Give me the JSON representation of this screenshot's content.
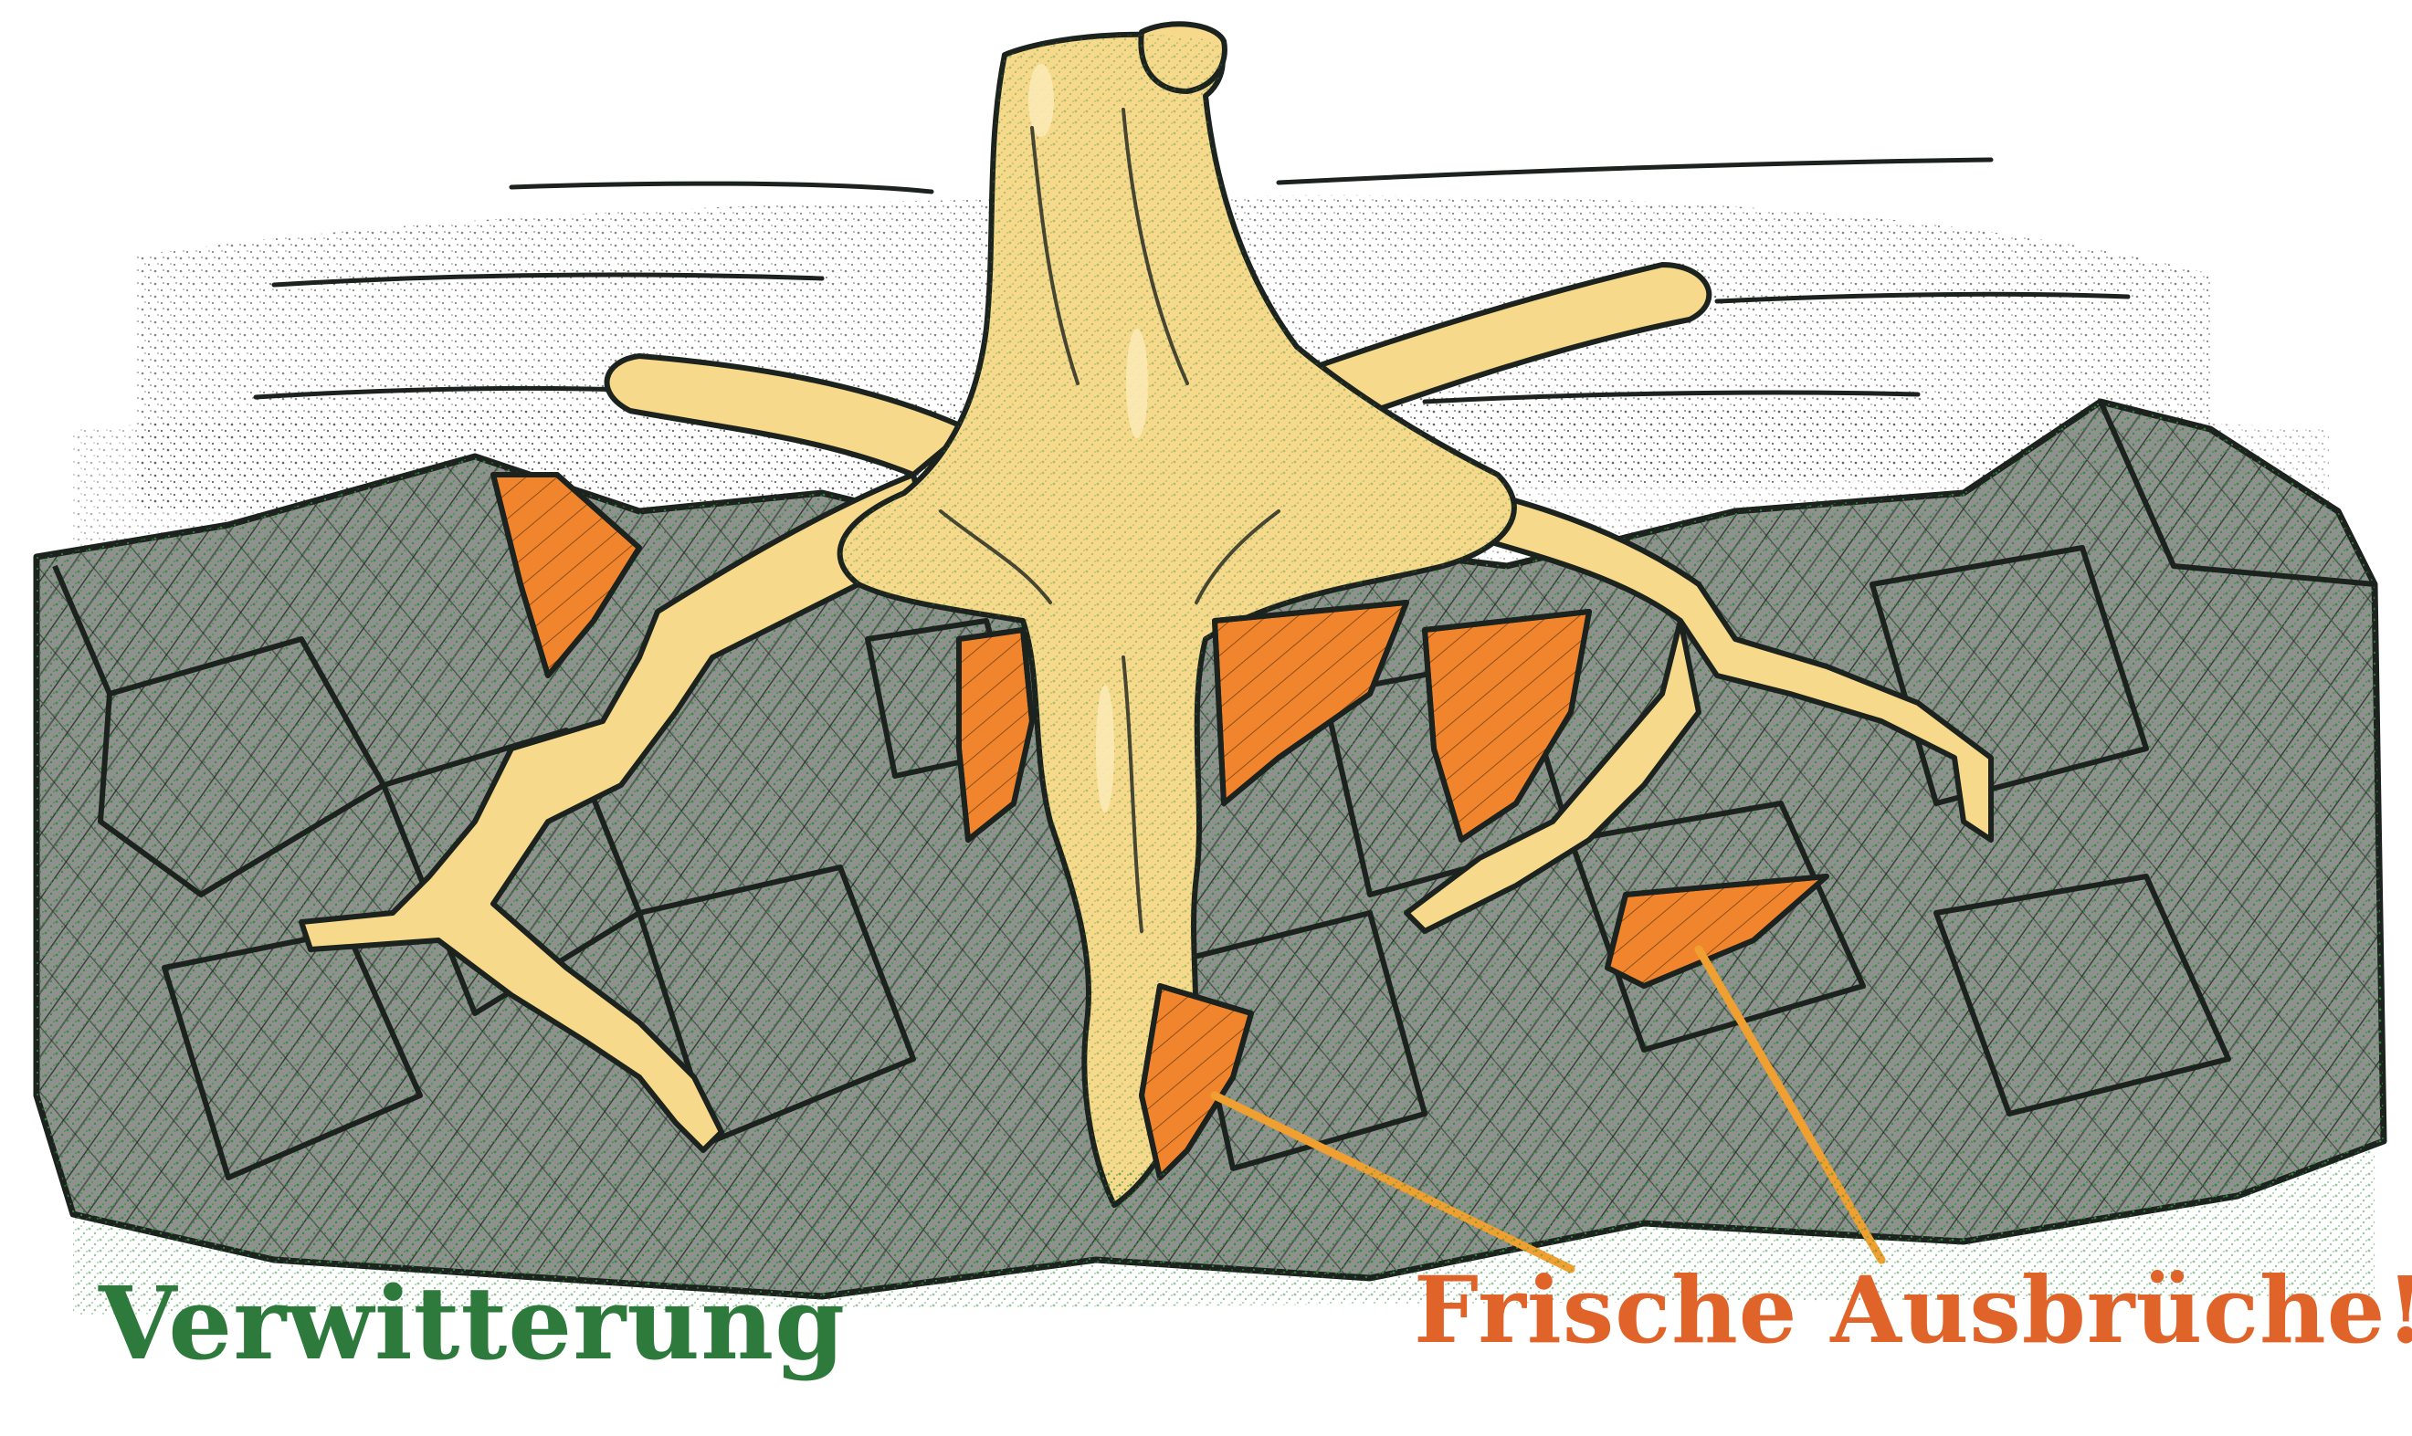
{
  "labels": {
    "weathering": "Verwitterung",
    "fresh_breakouts": "Frische Ausbrüche!"
  },
  "colors": {
    "weathering_text": "#2e7a3c",
    "fresh_text": "#e0642a",
    "rock_fill": "#8f918e",
    "rock_outline": "#1c221e",
    "root_fill": "#f6d98a",
    "root_highlight": "#fbe9b4",
    "breakout_fill": "#f0852d",
    "pointer_line": "#f0a030",
    "speckle_green": "#2f8a3a",
    "speckle_dark": "#222222"
  },
  "icons": {
    "tree_stump": "tree-stump-illustration",
    "rock_layer": "bedrock-illustration",
    "roots": "root-system-illustration"
  }
}
